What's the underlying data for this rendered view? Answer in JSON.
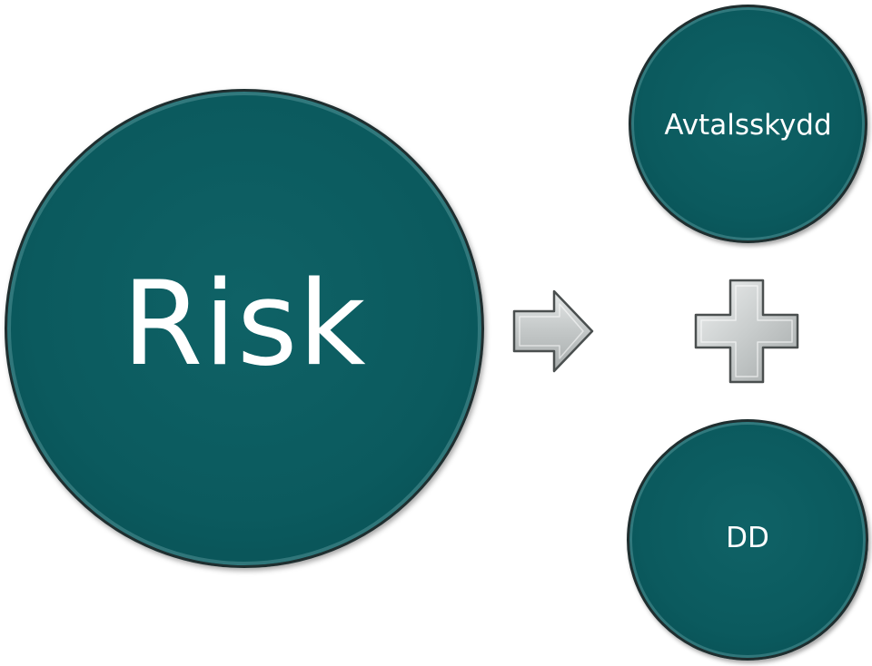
{
  "diagram": {
    "main_node": {
      "label": "Risk"
    },
    "top_node": {
      "label": "Avtalsskydd"
    },
    "bottom_node": {
      "label": "DD"
    },
    "connector_icon": "right-arrow-icon",
    "combinator_icon": "plus-icon",
    "colors": {
      "node_fill": "#0b5a5e",
      "node_border": "#1f2e2f",
      "text": "#ffffff",
      "shape_fill": "#c9cdcd",
      "shape_border": "#4a4f4f"
    }
  }
}
